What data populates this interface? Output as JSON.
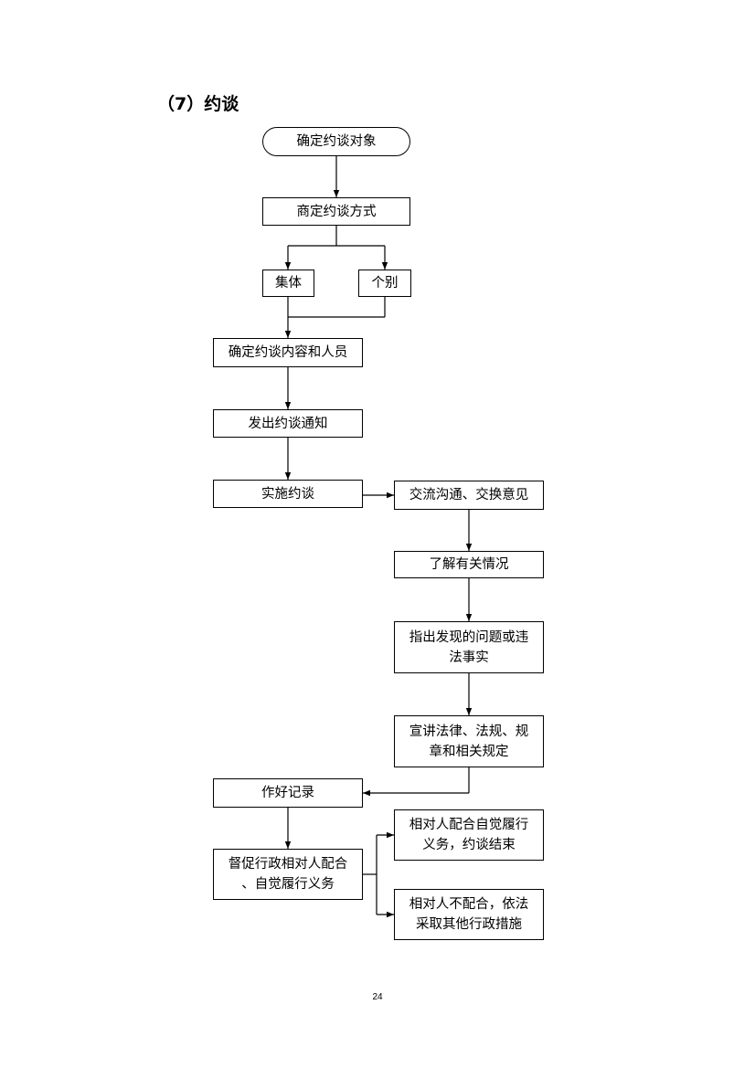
{
  "heading": "（7）约谈",
  "nodes": {
    "n1": "确定约谈对象",
    "n2": "商定约谈方式",
    "n3": "集体",
    "n4": "个别",
    "n5": "确定约谈内容和人员",
    "n6": "发出约谈通知",
    "n7": "实施约谈",
    "n8": "交流沟通、交换意见",
    "n9": "了解有关情况",
    "n10": [
      "指出发现的问题或违",
      "法事实"
    ],
    "n11": [
      "宣讲法律、法规、规",
      "章和相关规定"
    ],
    "n12": "作好记录",
    "n13": [
      "督促行政相对人配合",
      "、自觉履行义务"
    ],
    "n14": [
      "相对人配合自觉履行",
      "义务，约谈结束"
    ],
    "n15": [
      "相对人不配合，依法",
      "采取其他行政措施"
    ]
  },
  "page_number": "24"
}
